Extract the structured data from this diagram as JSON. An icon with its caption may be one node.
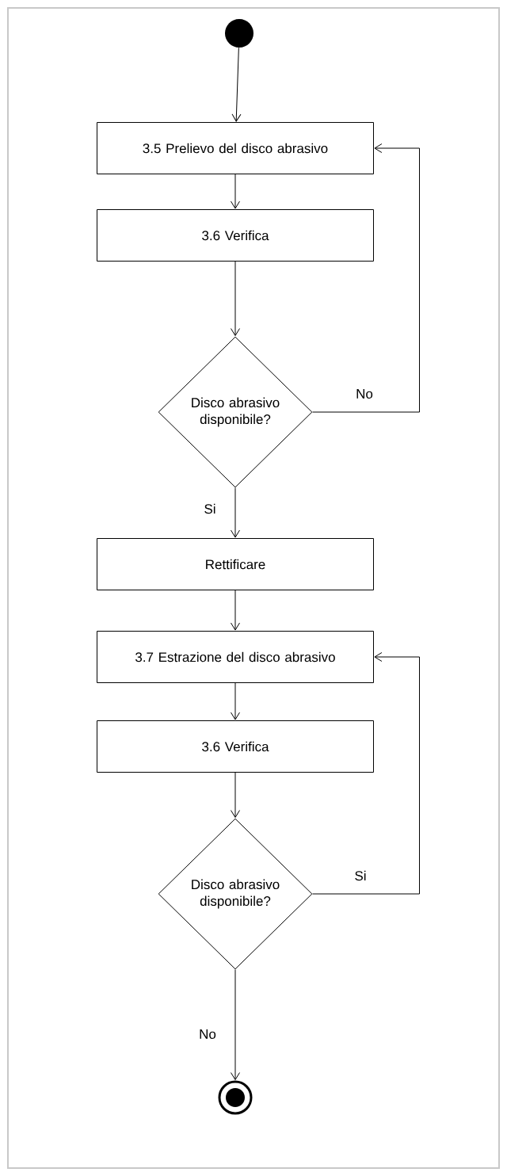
{
  "diagram": {
    "nodes": [
      {
        "text": [],
        "shape": "circle"
      },
      {
        "text": [
          "3.5 Prelievo del disco abrasivo"
        ]
      },
      {
        "text": [
          "3.6 Verifica"
        ]
      },
      {
        "text": [
          "Disco abrasivo disponibile?"
        ]
      },
      {
        "text": [
          "Rettificare"
        ]
      },
      {
        "text": [
          "3.7 Estrazione del disco abrasivo"
        ]
      },
      {
        "text": [
          "3.6 Verifica"
        ]
      },
      {
        "text": [
          "Disco abrasivo disponibile?"
        ]
      },
      {
        "text": [],
        "shape": "bullseye"
      }
    ],
    "edges": [
      {
        "from": 0,
        "to": 1,
        "arrow": "to"
      },
      {
        "from": 1,
        "to": 2,
        "arrow": "to"
      },
      {
        "from": 2,
        "to": 3,
        "arrow": "to"
      },
      {
        "from": 3,
        "to": 1,
        "arrow": "to",
        "label": "No"
      },
      {
        "from": 3,
        "to": 4,
        "arrow": "to",
        "label": "Si"
      },
      {
        "from": 4,
        "to": 5,
        "arrow": "to"
      },
      {
        "from": 5,
        "to": 6,
        "arrow": "to"
      },
      {
        "from": 6,
        "to": 7,
        "arrow": "to"
      },
      {
        "from": 7,
        "to": 5,
        "arrow": "to",
        "label": "Si"
      },
      {
        "from": 7,
        "to": 8,
        "arrow": "to",
        "label": "No"
      }
    ]
  }
}
